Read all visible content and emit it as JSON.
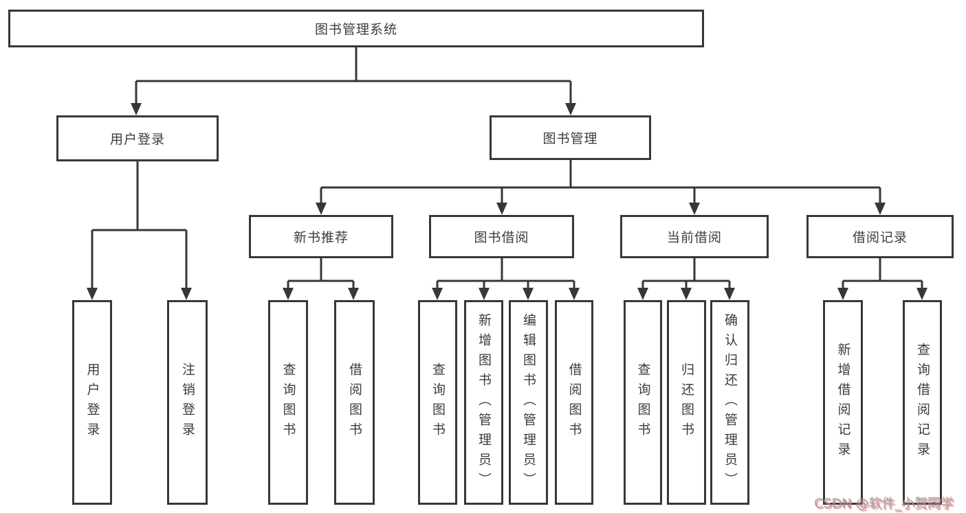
{
  "tree": {
    "root": {
      "label": "图书管理系统",
      "children": [
        {
          "label": "用户登录",
          "children": [
            {
              "label": "用户登录"
            },
            {
              "label": "注销登录"
            }
          ]
        },
        {
          "label": "图书管理",
          "children": [
            {
              "label": "新书推荐",
              "children": [
                {
                  "label": "查询图书"
                },
                {
                  "label": "借阅图书"
                }
              ]
            },
            {
              "label": "图书借阅",
              "children": [
                {
                  "label": "查询图书"
                },
                {
                  "label": "新增图书（管理员）"
                },
                {
                  "label": "编辑图书（管理员）"
                },
                {
                  "label": "借阅图书"
                }
              ]
            },
            {
              "label": "当前借阅",
              "children": [
                {
                  "label": "查询图书"
                },
                {
                  "label": "归还图书"
                },
                {
                  "label": "确认归还（管理员）"
                }
              ]
            },
            {
              "label": "借阅记录",
              "children": [
                {
                  "label": "新增借阅记录"
                },
                {
                  "label": "查询借阅记录"
                }
              ]
            }
          ]
        }
      ]
    }
  },
  "watermark": {
    "text": "CSDN @软件_小贺同学"
  },
  "colors": {
    "line": "#373737",
    "text": "#3c3c3c",
    "watermark": "#9b9b9b",
    "watermark_shadow": "#e07070"
  }
}
